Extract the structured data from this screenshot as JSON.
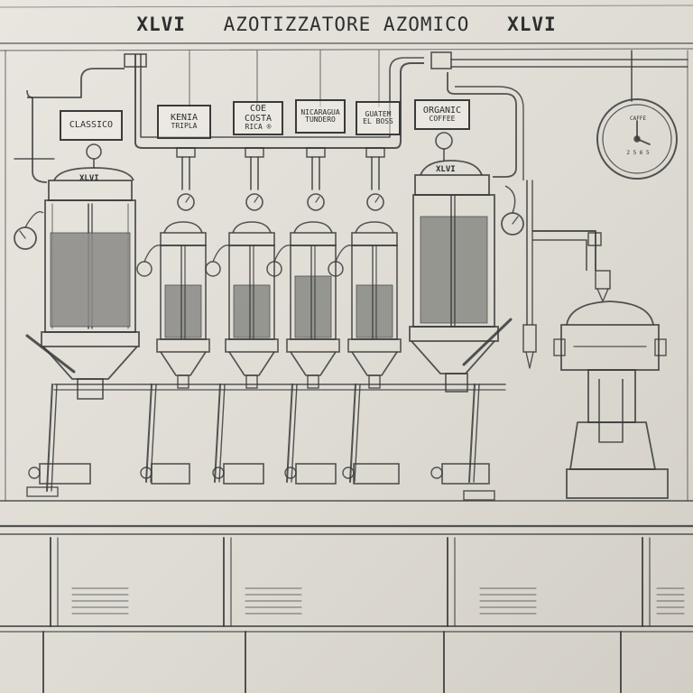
{
  "title": {
    "prefix": "XLVI",
    "main": "AZOTIZZATORE AZOMICO",
    "suffix": "XLVI"
  },
  "labels": [
    {
      "line1": "CLASSICO",
      "line2": ""
    },
    {
      "line1": "KENIA",
      "line2": "TRIPLA"
    },
    {
      "line1": "COE COSTA",
      "line2": "RICA ®"
    },
    {
      "line1": "NICARAGUA",
      "line2": "TUNDERO"
    },
    {
      "line1": "GUATEM",
      "line2": "EL BOSS"
    },
    {
      "line1": "ORGANIC",
      "line2": "COFFEE"
    }
  ],
  "tank_tags": {
    "left": "XLVI",
    "right": "XLVI"
  },
  "clock": {
    "top_text": "CAFFE",
    "numbers": "2 5 6 5"
  },
  "colors": {
    "paper": "#e6e3dc",
    "pencil": "#3a3a3a",
    "beans": "#8a8a86"
  }
}
